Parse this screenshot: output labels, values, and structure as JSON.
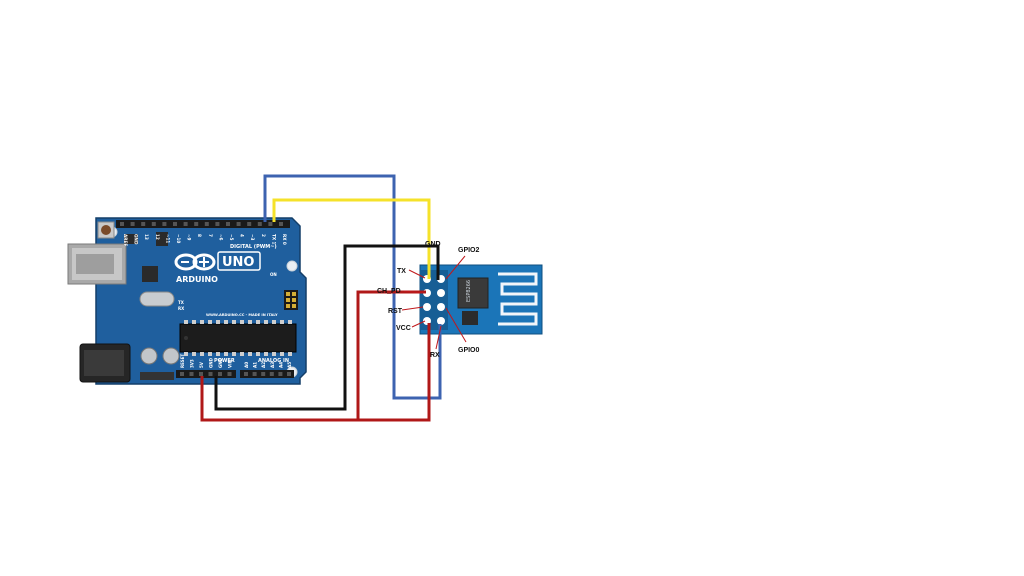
{
  "arduino": {
    "brand": "ARDUINO",
    "model": "UNO",
    "digital_header": "DIGITAL (PWM~)",
    "power_header": "POWER",
    "analog_header": "ANALOG IN",
    "website": "WWW.ARDUINO.CC - MADE IN ITALY",
    "tx_marker": "TX",
    "rx_marker": "RX",
    "on_marker": "ON",
    "digital_pins": [
      "AREF",
      "GND",
      "13",
      "12",
      "~11",
      "~10",
      "~9",
      "8",
      "7",
      "~6",
      "~5",
      "4",
      "~3",
      "2",
      "TX 1",
      "RX 0"
    ],
    "power_pins": [
      "RESET",
      "3V3",
      "5V",
      "GND",
      "GND",
      "VIN"
    ],
    "analog_pins": [
      "A0",
      "A1",
      "A2",
      "A3",
      "A4",
      "A5"
    ],
    "colors": {
      "board": "#1f5f9e",
      "board_dark": "#164a7c",
      "header": "#1a1a1a",
      "usb": "#b5b5b5",
      "jack": "#2b2b2b"
    }
  },
  "esp": {
    "chip_label": "ESP8266",
    "colors": {
      "board": "#1b75b8",
      "antenna": "#f2f6fa",
      "chip": "#3b3b3b"
    }
  },
  "labels": {
    "gnd": "GND",
    "gpio2": "GPIO2",
    "tx": "TX",
    "ch_pd": "CH_PD",
    "rst": "RST",
    "vcc": "VCC",
    "rx": "RX",
    "gpio0": "GPIO0"
  },
  "wires": {
    "colors": {
      "yellow": "#f5e22a",
      "blue": "#3d63b0",
      "black": "#111111",
      "red": "#b01818"
    }
  }
}
